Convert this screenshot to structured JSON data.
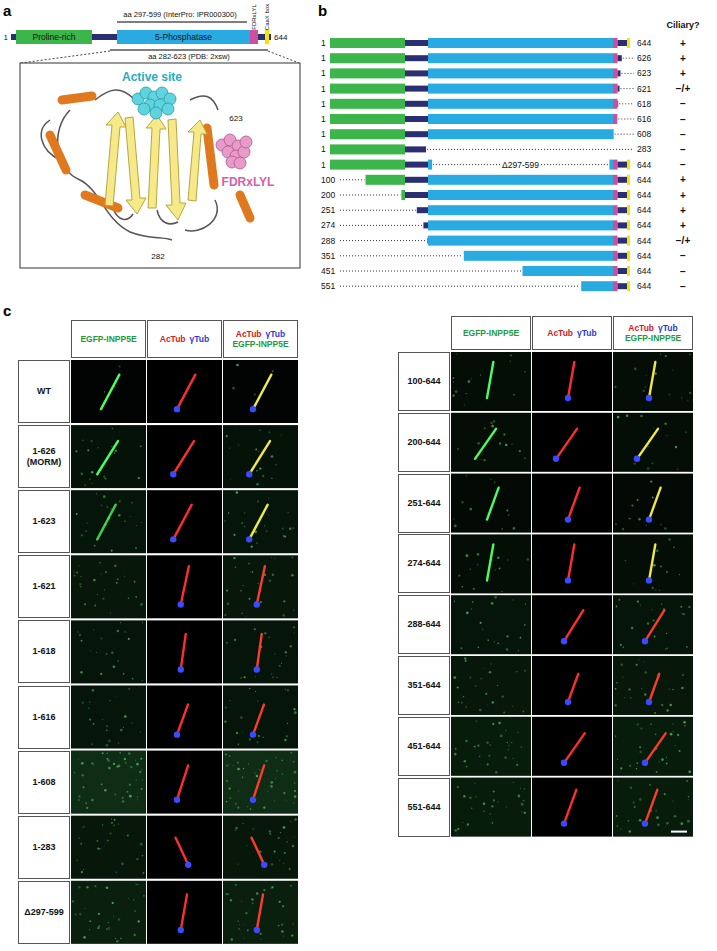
{
  "diagram": {
    "nodes": [
      {
        "text": [
          "Proline-rich"
        ]
      },
      {
        "text": [
          "5-Phosphatase"
        ]
      },
      {
        "text": [
          "EGFP-INPP5E"
        ]
      },
      {
        "text": [
          "AcTub",
          "γTub"
        ]
      },
      {
        "text": [
          "AcTub",
          "γTub",
          "EGFP-INPP5E"
        ]
      },
      {
        "text": [
          "WT"
        ]
      },
      {
        "text": [
          "1-626 (MORM)"
        ]
      },
      {
        "text": [
          "1-623"
        ]
      },
      {
        "text": [
          "1-621"
        ]
      },
      {
        "text": [
          "1-618"
        ]
      },
      {
        "text": [
          "1-616"
        ]
      },
      {
        "text": [
          "1-608"
        ]
      },
      {
        "text": [
          "1-283"
        ]
      },
      {
        "text": [
          "Δ297-599"
        ]
      },
      {
        "text": [
          "EGFP-INPP5E"
        ]
      },
      {
        "text": [
          "AcTub",
          "γTub"
        ]
      },
      {
        "text": [
          "AcTub",
          "γTub",
          "EGFP-INPP5E"
        ]
      },
      {
        "text": [
          "100-644"
        ]
      },
      {
        "text": [
          "200-644"
        ]
      },
      {
        "text": [
          "251-644"
        ]
      },
      {
        "text": [
          "274-644"
        ]
      },
      {
        "text": [
          "288-644"
        ]
      },
      {
        "text": [
          "351-644"
        ]
      },
      {
        "text": [
          "451-644"
        ]
      },
      {
        "text": [
          "551-644"
        ]
      }
    ],
    "labels": [
      "a",
      "1",
      "644",
      "aa 297-599 (InterPro: IPR000300)",
      "FDRxLYL",
      "CaaX box",
      "aa 282-623 (PDB: 2xsw)",
      "Active site",
      "623",
      "FDRxLYL",
      "282",
      "b",
      "Ciliary?",
      "1",
      "644",
      "+",
      "1",
      "626",
      "+",
      "1",
      "623",
      "+",
      "1",
      "621",
      "−/+",
      "1",
      "618",
      "−",
      "1",
      "616",
      "−",
      "1",
      "608",
      "−",
      "1",
      "283",
      "−",
      "1",
      "644",
      "−",
      "100",
      "644",
      "+",
      "200",
      "644",
      "+",
      "251",
      "644",
      "+",
      "274",
      "644",
      "+",
      "288",
      "644",
      "−/+",
      "351",
      "644",
      "−",
      "451",
      "644",
      "−",
      "551",
      "644",
      "−",
      "Δ297-599",
      "c"
    ]
  }
}
